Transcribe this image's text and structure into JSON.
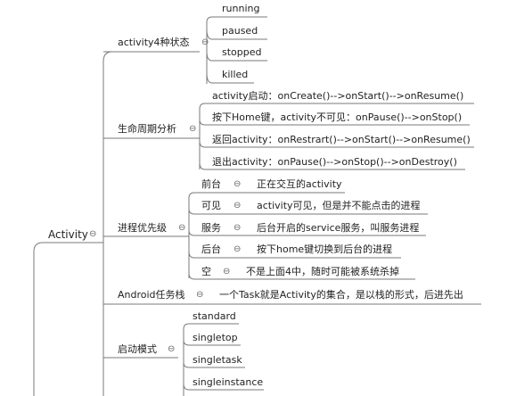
{
  "root": {
    "label": "Activity",
    "collapse_icon": "⊖"
  },
  "branches": [
    {
      "label": "activity4种状态",
      "collapse_icon": "⊖",
      "children": [
        {
          "label": "running"
        },
        {
          "label": "paused"
        },
        {
          "label": "stopped"
        },
        {
          "label": "killed"
        }
      ]
    },
    {
      "label": "生命周期分析",
      "collapse_icon": "⊖",
      "children": [
        {
          "label": "activity启动：onCreate()-->onStart()-->onResume()"
        },
        {
          "label": "按下Home键，activity不可见：onPause()-->onStop()"
        },
        {
          "label": "返回activity：onRestrart()-->onStart()-->onResume()"
        },
        {
          "label": "退出activity：onPause()-->onStop()-->onDestroy()"
        }
      ]
    },
    {
      "label": "进程优先级",
      "collapse_icon": "⊖",
      "children": [
        {
          "label": "前台",
          "collapse_icon": "⊖",
          "detail": "正在交互的activity"
        },
        {
          "label": "可见",
          "collapse_icon": "⊖",
          "detail": "activity可见，但是并不能点击的进程"
        },
        {
          "label": "服务",
          "collapse_icon": "⊖",
          "detail": "后台开启的service服务，叫服务进程"
        },
        {
          "label": "后台",
          "collapse_icon": "⊖",
          "detail": "按下home键切换到后台的进程"
        },
        {
          "label": "空",
          "collapse_icon": "⊖",
          "detail": "不是上面4中，随时可能被系统杀掉"
        }
      ]
    },
    {
      "label": "Android任务栈",
      "collapse_icon": "⊖",
      "detail": "一个Task就是Activity的集合，是以栈的形式，后进先出"
    },
    {
      "label": "启动模式",
      "collapse_icon": "⊖",
      "children": [
        {
          "label": "standard"
        },
        {
          "label": "singletop"
        },
        {
          "label": "singletask"
        },
        {
          "label": "singleinstance"
        }
      ]
    }
  ]
}
